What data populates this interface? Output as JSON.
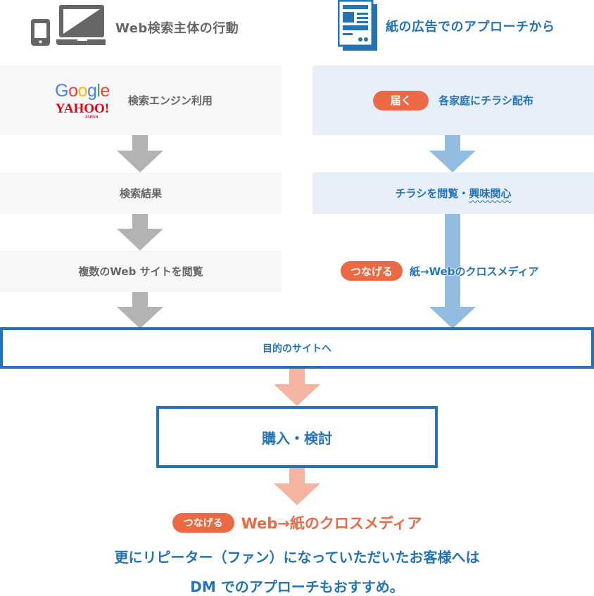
{
  "colors": {
    "gray_text": "#666666",
    "gray_box": "#f7f7f7",
    "gray_arrow": "#b3b3b3",
    "blue_text": "#2474b5",
    "blue_box": "#e7eff8",
    "blue_arrow": "#92bce0",
    "orange_pill": "#ec6a43",
    "salmon_arrow": "#f4b5a0",
    "outline_border": "#2474b5"
  },
  "left_column": {
    "header": {
      "icon": "devices-icon",
      "title": "Web検索主体の行動"
    },
    "steps": [
      {
        "logos": [
          "Google",
          "YAHOO! JAPAN"
        ],
        "label": "検索エンジン利用"
      },
      {
        "label": "検索結果"
      },
      {
        "label": "複数のWeb サイトを閲覧"
      }
    ]
  },
  "right_column": {
    "header": {
      "icon": "newspaper-icon",
      "title": "紙の広告でのアプローチから"
    },
    "steps": [
      {
        "badge": "届く",
        "label": "各家庭にチラシ配布"
      },
      {
        "label_prefix": "チラシを閲覧・",
        "label_emphasis": "興味関心"
      }
    ],
    "connector": {
      "badge": "つなげる",
      "label": "紙→Webのクロスメディア"
    }
  },
  "merge_step": {
    "label": "目的のサイトへ"
  },
  "purchase_step": {
    "label": "購入・検討"
  },
  "footer": {
    "badge": "つなげる",
    "headline": "Web→紙のクロスメディア",
    "line1": "更にリピーター（ファン）になっていただいたお客様へは",
    "line2": "DM でのアプローチもおすすめ。"
  },
  "logos": {
    "google": "Google",
    "yahoo": "YAHOO!",
    "yahoo_sub": "JAPAN"
  }
}
